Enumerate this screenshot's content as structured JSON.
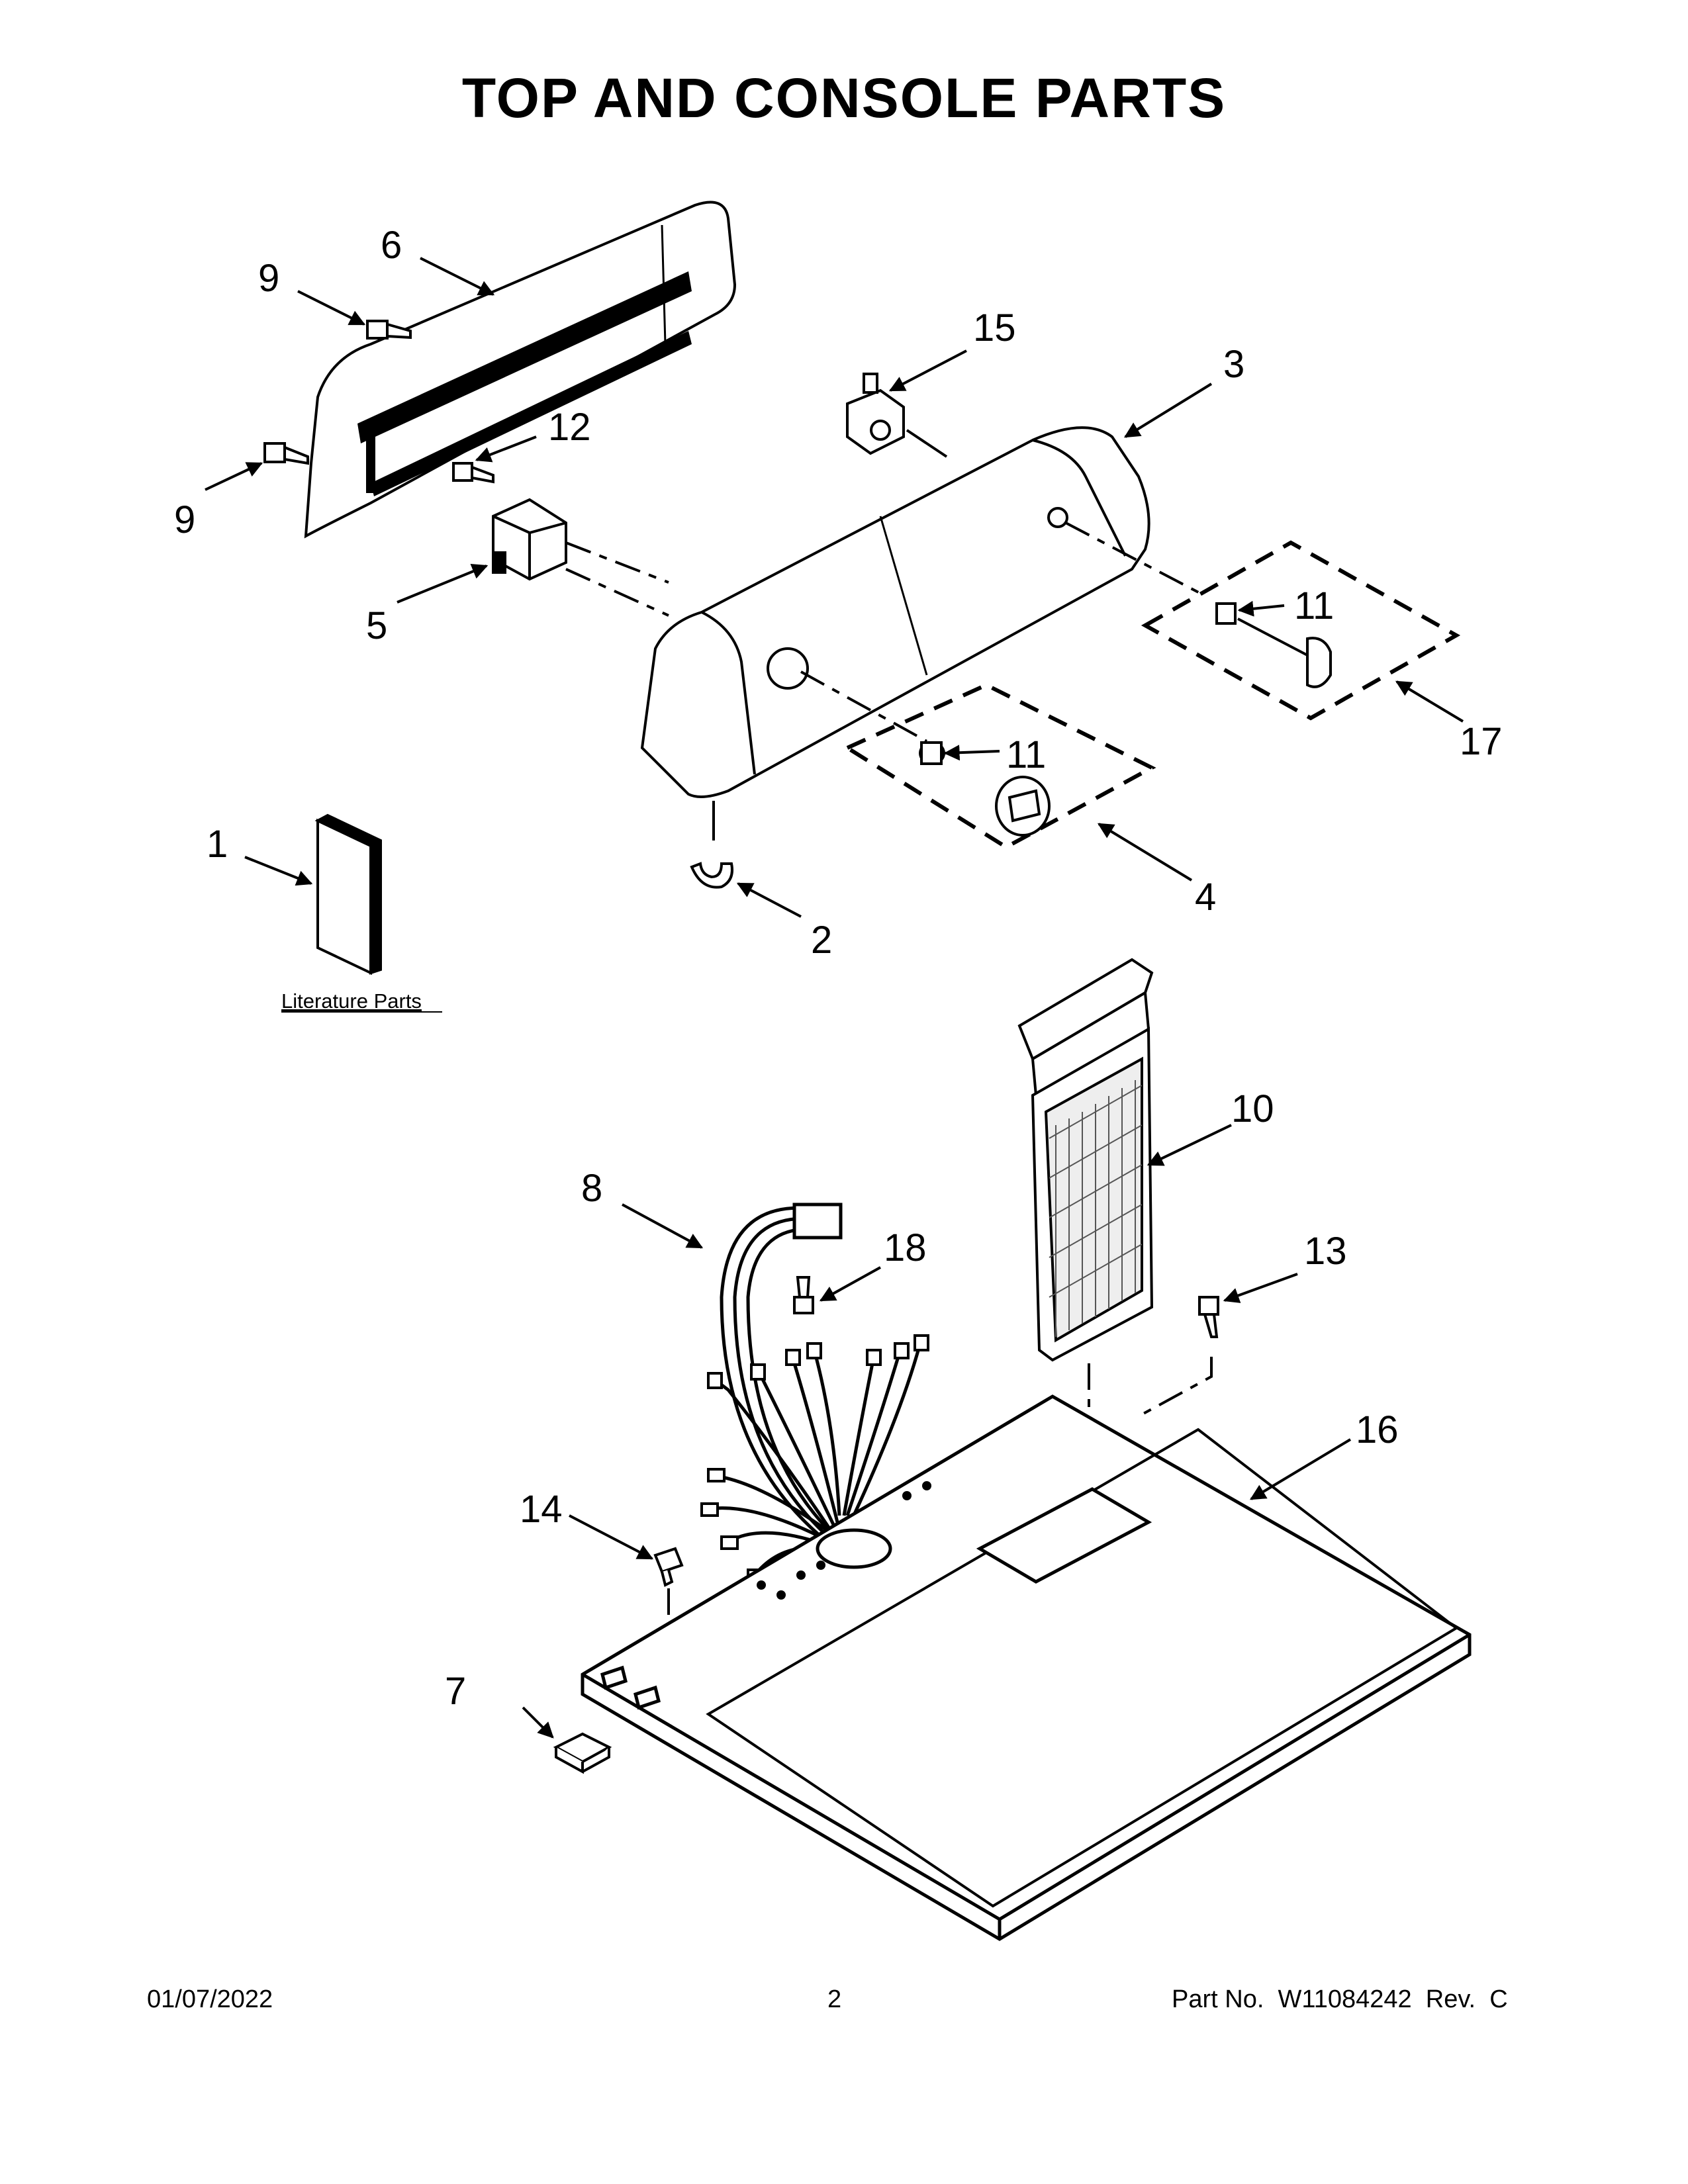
{
  "title": "TOP AND CONSOLE PARTS",
  "callouts": {
    "c1": "1",
    "c2": "2",
    "c3": "3",
    "c4": "4",
    "c5": "5",
    "c6": "6",
    "c7": "7",
    "c8": "8",
    "c9a": "9",
    "c9b": "9",
    "c10": "10",
    "c11a": "11",
    "c11b": "11",
    "c12": "12",
    "c13": "13",
    "c14": "14",
    "c15": "15",
    "c16": "16",
    "c17": "17",
    "c18": "18"
  },
  "literature_label": "Literature Parts",
  "footer": {
    "date": "01/07/2022",
    "page": "2",
    "part_prefix": "Part No.",
    "part_number": "W11084242",
    "rev_prefix": "Rev.",
    "rev": "C"
  }
}
